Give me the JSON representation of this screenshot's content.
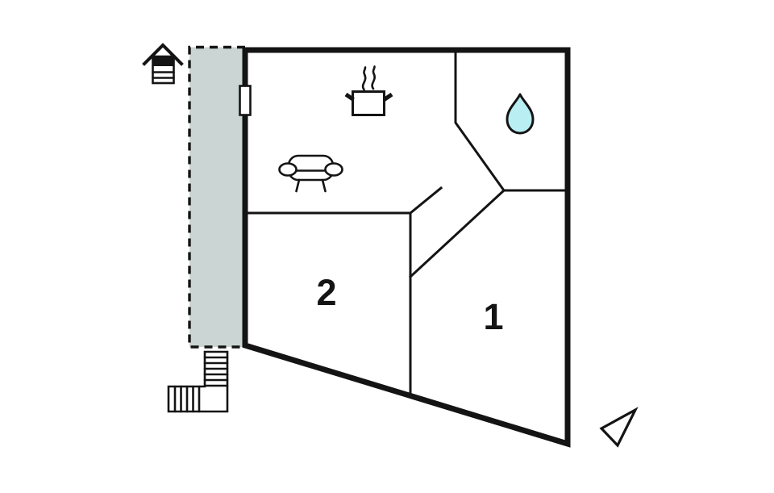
{
  "plan": {
    "type": "floor-plan",
    "rooms": [
      {
        "name": "room-1",
        "label": "1"
      },
      {
        "name": "room-2",
        "label": "2"
      }
    ],
    "colors": {
      "wall": "#141414",
      "terrace_fill": "#cbd5d3",
      "water_drop_fill": "#b9eef2",
      "background": "#ffffff"
    },
    "icons": [
      "house-icon",
      "entrance-door-icon",
      "steam-icon",
      "cooking-pot-icon",
      "sofa-icon",
      "water-drop-icon",
      "stairs-icon",
      "north-arrow-icon"
    ]
  }
}
